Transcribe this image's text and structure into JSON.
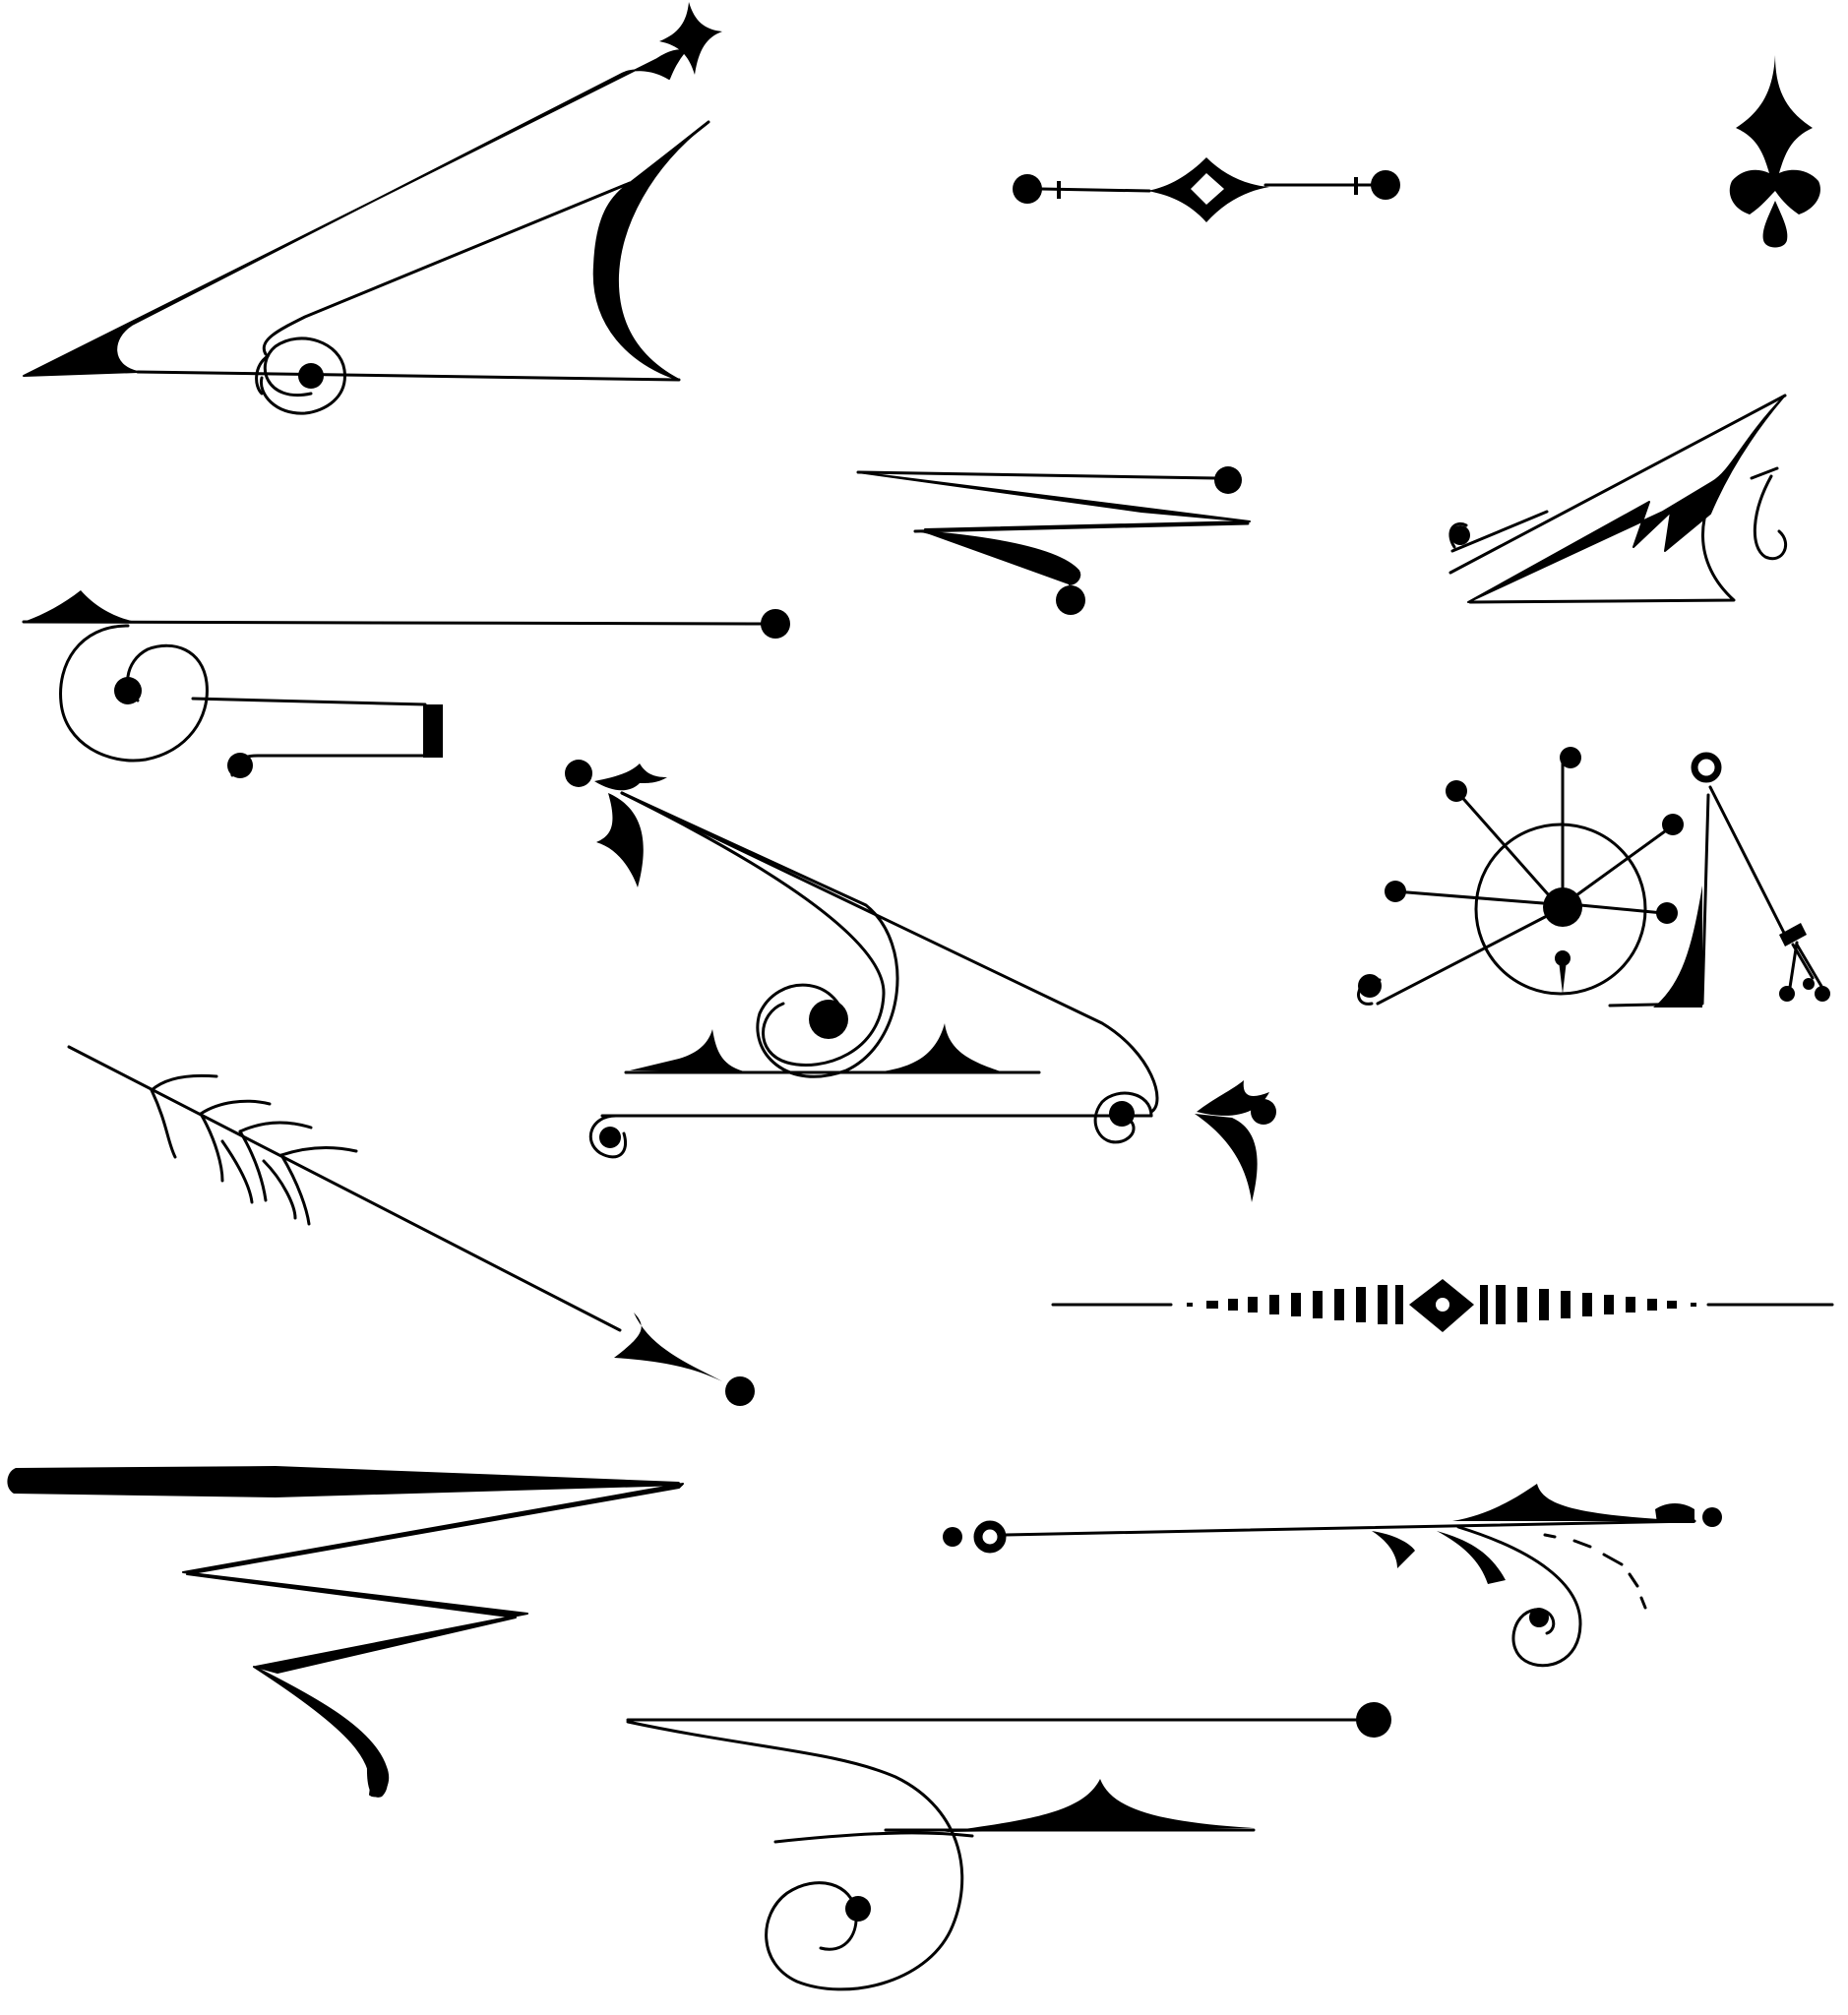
{
  "ink_color": "#000000",
  "background_color": "#ffffff",
  "ornaments": [
    {
      "name": "triangle-scroll-flourish",
      "icon": "calligraphic-corner-ornament"
    },
    {
      "name": "diamond-rule",
      "icon": "diamond-divider"
    },
    {
      "name": "fleur-ornament",
      "icon": "fleur-de-lis"
    },
    {
      "name": "z-stroke-flourish",
      "icon": "zigzag-flourish"
    },
    {
      "name": "small-corner-flourish",
      "icon": "calligraphic-corner-ornament"
    },
    {
      "name": "spiral-rule-flourish",
      "icon": "spiral-flourish"
    },
    {
      "name": "starburst-ornament",
      "icon": "starburst"
    },
    {
      "name": "scroll-acanthus-flourish",
      "icon": "scroll-flourish"
    },
    {
      "name": "arrow-feather-flourish",
      "icon": "arrow"
    },
    {
      "name": "barred-diamond-rule",
      "icon": "dashed-divider"
    },
    {
      "name": "large-zigzag-flourish",
      "icon": "zigzag-flourish"
    },
    {
      "name": "curl-rule-flourish",
      "icon": "curl-flourish"
    },
    {
      "name": "bottom-spiral-flourish",
      "icon": "spiral-flourish"
    }
  ]
}
